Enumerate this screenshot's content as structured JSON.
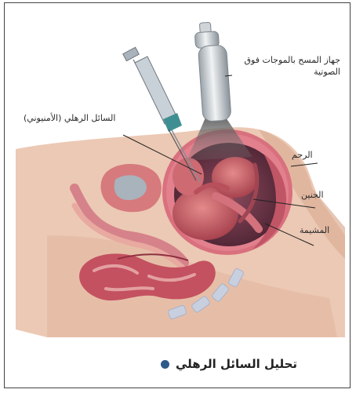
{
  "labels": {
    "ultrasound_device": "جهاز المسح بالموجات فوق الصوتية",
    "amniotic_fluid": "السائل الرهلي (الأمنيوني)",
    "uterus": "الرحم",
    "fetus": "الجنين",
    "placenta": "المشيمة"
  },
  "caption": "تحليل السائل الرهلي",
  "colors": {
    "skin": "#ecc9b4",
    "uterus_wall": "#d9707e",
    "fetus": "#b9545f",
    "fluid": "#6a3646",
    "intestine": "#c45160",
    "bullet": "#2c5b8a"
  }
}
